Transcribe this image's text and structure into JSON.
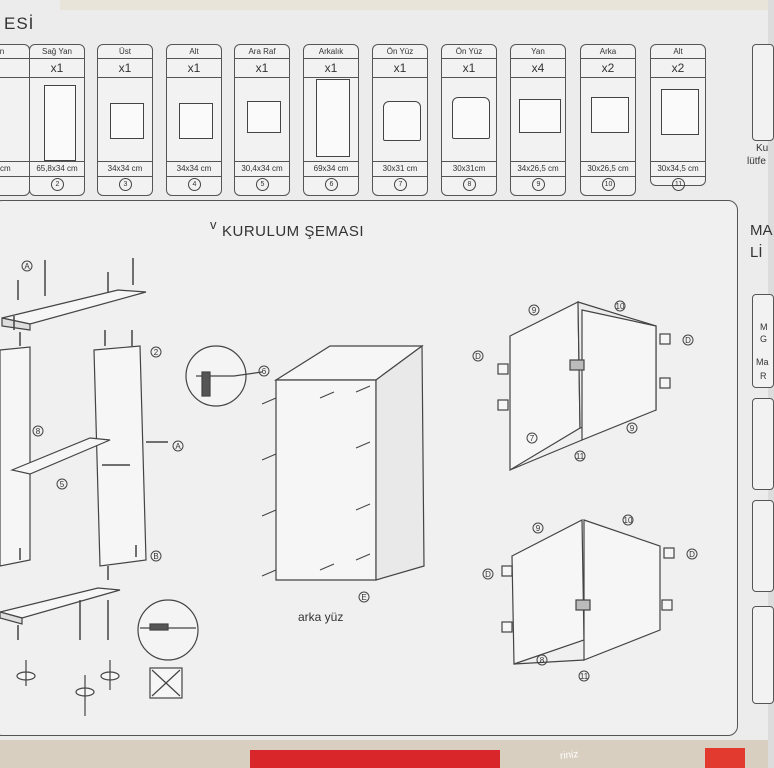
{
  "header": {
    "section_title_fragment": "ESİ"
  },
  "parts": [
    {
      "name": "n",
      "qty": "",
      "dim": "4 cm",
      "no": ""
    },
    {
      "name": "Sağ Yan",
      "qty": "x1",
      "dim": "65,8x34 cm",
      "no": "2"
    },
    {
      "name": "Üst",
      "qty": "x1",
      "dim": "34x34 cm",
      "no": "3"
    },
    {
      "name": "Alt",
      "qty": "x1",
      "dim": "34x34 cm",
      "no": "4"
    },
    {
      "name": "Ara Raf",
      "qty": "x1",
      "dim": "30,4x34 cm",
      "no": "5"
    },
    {
      "name": "Arkalık",
      "qty": "x1",
      "dim": "69x34 cm",
      "no": "6"
    },
    {
      "name": "Ön Yüz",
      "qty": "x1",
      "dim": "30x31 cm",
      "no": "7"
    },
    {
      "name": "Ön Yüz",
      "qty": "x1",
      "dim": "30x31cm",
      "no": "8"
    },
    {
      "name": "Yan",
      "qty": "x4",
      "dim": "34x26,5 cm",
      "no": "9"
    },
    {
      "name": "Arka",
      "qty": "x2",
      "dim": "30x26,5 cm",
      "no": "10"
    },
    {
      "name": "Alt",
      "qty": "x2",
      "dim": "30x34,5 cm",
      "no": "11"
    }
  ],
  "right_fragments": {
    "top1": "Ku",
    "top2": "lütfe",
    "mid1": "MA",
    "mid2": "Lİ",
    "s1": "M",
    "s2": "G",
    "s3": "Ma",
    "s4": "R"
  },
  "diagram": {
    "title": "KURULUM ŞEMASI",
    "check_mark": "v",
    "caption": "arka yüz",
    "callouts": {
      "a": "A",
      "b": "B",
      "d": "D",
      "e": "E",
      "n2": "2",
      "n5": "5",
      "n6": "6",
      "n7": "7",
      "n8": "8",
      "n9": "9",
      "n10": "10",
      "n11": "11"
    }
  },
  "bottom": {
    "text": "riniz"
  }
}
